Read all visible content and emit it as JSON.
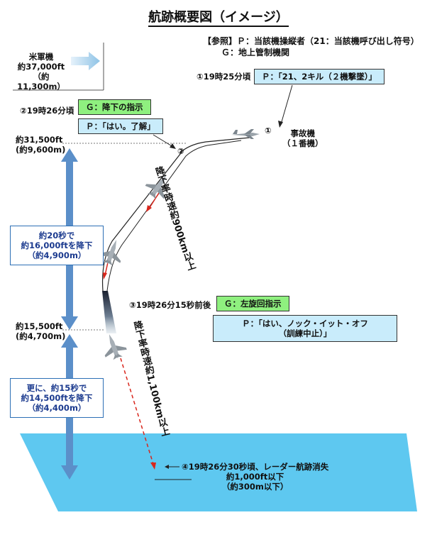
{
  "title": "航跡概要図（イメージ）",
  "legend": {
    "line1": "【参照】Ｐ：当該機操縦者（21：当該機呼び出し符号）",
    "line2": "Ｇ：地上管制機関"
  },
  "us_aircraft": {
    "name": "米軍機",
    "alt_ft": "約37,000ft",
    "alt_m": "（約11,300m）"
  },
  "event1": {
    "time": "①19時25分頃",
    "pilot": "Ｐ：「21、2キル（２機撃墜）」"
  },
  "event2": {
    "time": "②19時26分頃",
    "ground": "Ｇ：降下の指示",
    "pilot": "Ｐ：「はい。了解」"
  },
  "accident_aircraft": {
    "marker": "①",
    "name": "事故機",
    "sub": "（１番機）"
  },
  "marker2": "②",
  "alt1": {
    "ft": "約31,500ft",
    "m": "(約9,600m)"
  },
  "alt2": {
    "ft": "約15,500ft",
    "m": "(約4,700m)"
  },
  "descent1": {
    "line1": "約20秒で",
    "line2": "約16,000ftを降下",
    "line3": "（約4,900m）"
  },
  "descent2": {
    "line1": "更に、約15秒で",
    "line2": "約14,500ftを降下",
    "line3": "（約4,400m）"
  },
  "speed1": "降下率時速約900km以上",
  "speed2": "降下率時速約1,100km以上",
  "event3": {
    "time": "③19時26分15秒前後",
    "ground": "Ｇ：左旋回指示",
    "pilot_line1": "Ｐ：「はい、ノック・イット・オフ",
    "pilot_line2": "（訓練中止）」"
  },
  "event4": {
    "line1": "④19時26分30秒頃、レーダー航跡消失",
    "line2": "約1,000ft以下",
    "line3": "（約300m以下）"
  },
  "colors": {
    "sea": "#5ec8f0",
    "bluebar": "#5b8fc9",
    "green_box": "#8ff07f",
    "pilot_box": "#c9ecfb",
    "red": "#d9261c"
  }
}
